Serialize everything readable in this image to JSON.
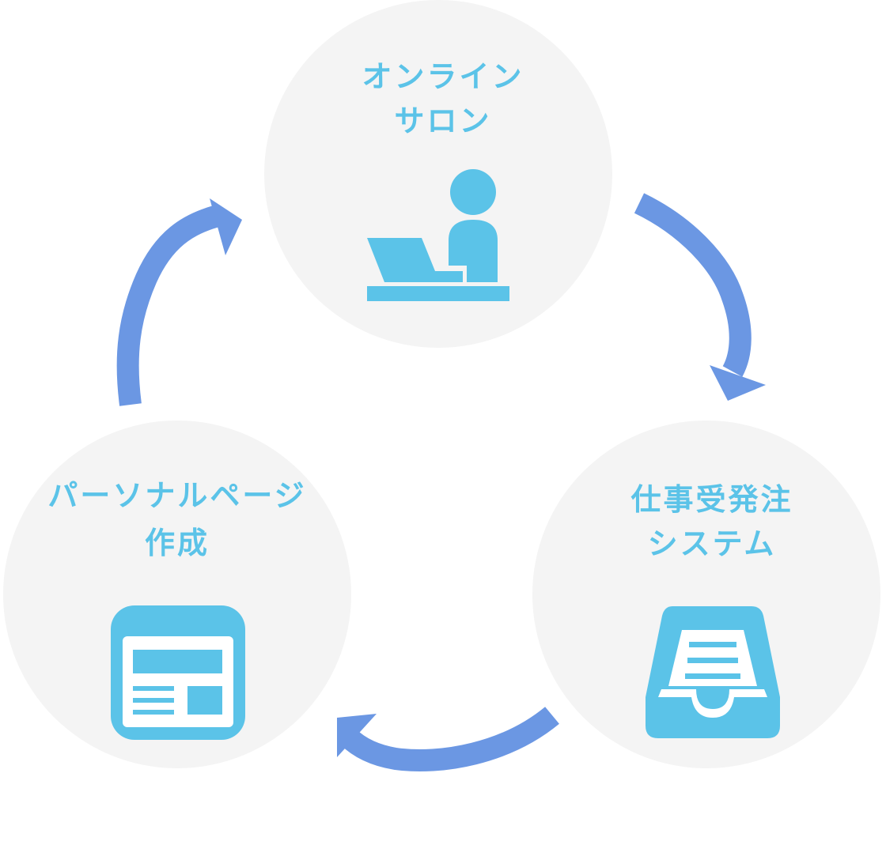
{
  "nodes": [
    {
      "id": "online-salon",
      "lines": [
        "オンライン",
        "サロン"
      ],
      "icon": "person-laptop-icon"
    },
    {
      "id": "job-system",
      "lines": [
        "仕事受発注",
        "システム"
      ],
      "icon": "inbox-tray-icon"
    },
    {
      "id": "personal-page",
      "lines": [
        "パーソナルページ",
        "作成"
      ],
      "icon": "webpage-layout-icon"
    }
  ],
  "flow": [
    "online-salon",
    "job-system",
    "personal-page",
    "online-salon"
  ],
  "colors": {
    "circle": "#f4f4f4",
    "text": "#5bc3e8",
    "icon": "#5bc3e8",
    "arrow": "#6b97e3"
  }
}
